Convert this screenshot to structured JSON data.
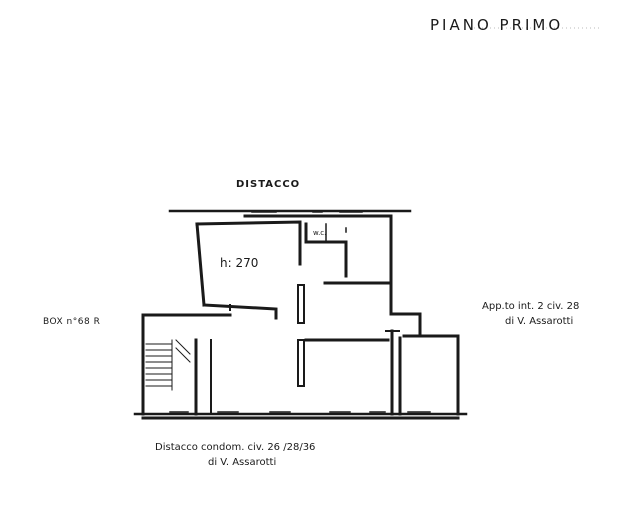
{
  "title": "PIANO PRIMO",
  "labels": {
    "distacco_top": "DISTACCO",
    "wc": "w.c.",
    "room_height": "h: 270",
    "box": "BOX n°68 R",
    "neighbor_line1": "App.to int. 2 civ. 28",
    "neighbor_line2": "di V. Assarotti",
    "bottom_line1": "Distacco condom. civ. 26 /28/36",
    "bottom_line2": "di V. Assarotti"
  },
  "colors": {
    "ink": "#1a1a1a",
    "background": "#ffffff"
  }
}
